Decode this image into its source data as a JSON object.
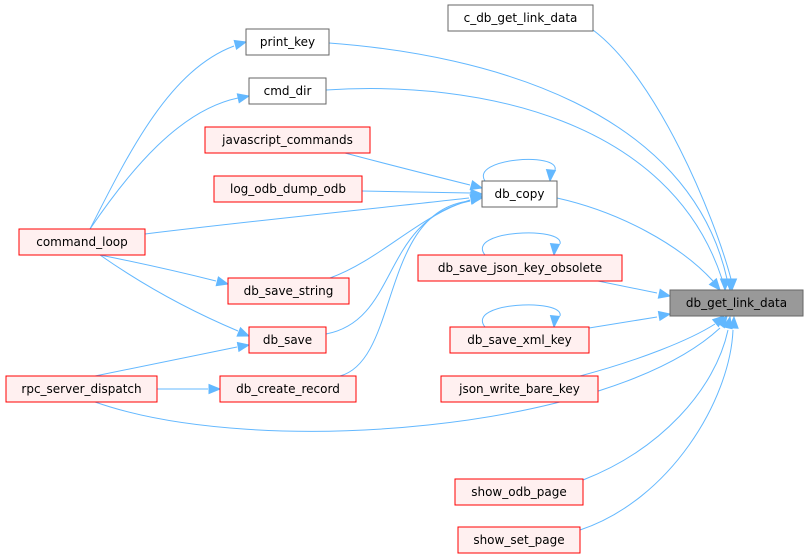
{
  "colors": {
    "edge": "#63b8ff",
    "node_root_fill": "#999999",
    "node_root_stroke": "#666666",
    "node_plain_fill": "#ffffff",
    "node_plain_stroke": "#666666",
    "node_red_fill": "#fff0f0",
    "node_red_stroke": "#ff0000"
  },
  "nodes": [
    {
      "id": "db_get_link_data",
      "label": "db_get_link_data",
      "style": "root"
    },
    {
      "id": "c_db_get_link_data",
      "label": "c_db_get_link_data",
      "style": "plain"
    },
    {
      "id": "print_key",
      "label": "print_key",
      "style": "plain"
    },
    {
      "id": "cmd_dir",
      "label": "cmd_dir",
      "style": "plain"
    },
    {
      "id": "javascript_commands",
      "label": "javascript_commands",
      "style": "red"
    },
    {
      "id": "log_odb_dump_odb",
      "label": "log_odb_dump_odb",
      "style": "red"
    },
    {
      "id": "db_copy",
      "label": "db_copy",
      "style": "plain"
    },
    {
      "id": "command_loop",
      "label": "command_loop",
      "style": "red"
    },
    {
      "id": "db_save_json_key_obsolete",
      "label": "db_save_json_key_obsolete",
      "style": "red"
    },
    {
      "id": "db_save_string",
      "label": "db_save_string",
      "style": "red"
    },
    {
      "id": "db_save",
      "label": "db_save",
      "style": "red"
    },
    {
      "id": "db_save_xml_key",
      "label": "db_save_xml_key",
      "style": "red"
    },
    {
      "id": "rpc_server_dispatch",
      "label": "rpc_server_dispatch",
      "style": "red"
    },
    {
      "id": "db_create_record",
      "label": "db_create_record",
      "style": "red"
    },
    {
      "id": "json_write_bare_key",
      "label": "json_write_bare_key",
      "style": "red"
    },
    {
      "id": "show_odb_page",
      "label": "show_odb_page",
      "style": "red"
    },
    {
      "id": "show_set_page",
      "label": "show_set_page",
      "style": "red"
    }
  ],
  "edges": [
    {
      "from": "c_db_get_link_data",
      "to": "db_get_link_data"
    },
    {
      "from": "print_key",
      "to": "db_get_link_data"
    },
    {
      "from": "cmd_dir",
      "to": "db_get_link_data"
    },
    {
      "from": "db_copy",
      "to": "db_get_link_data"
    },
    {
      "from": "db_save_json_key_obsolete",
      "to": "db_get_link_data"
    },
    {
      "from": "db_save_xml_key",
      "to": "db_get_link_data"
    },
    {
      "from": "json_write_bare_key",
      "to": "db_get_link_data"
    },
    {
      "from": "rpc_server_dispatch",
      "to": "db_get_link_data"
    },
    {
      "from": "show_odb_page",
      "to": "db_get_link_data"
    },
    {
      "from": "show_set_page",
      "to": "db_get_link_data"
    },
    {
      "from": "command_loop",
      "to": "print_key"
    },
    {
      "from": "command_loop",
      "to": "cmd_dir"
    },
    {
      "from": "javascript_commands",
      "to": "db_copy"
    },
    {
      "from": "log_odb_dump_odb",
      "to": "db_copy"
    },
    {
      "from": "command_loop",
      "to": "db_copy"
    },
    {
      "from": "db_save_string",
      "to": "db_copy"
    },
    {
      "from": "db_save",
      "to": "db_copy"
    },
    {
      "from": "db_create_record",
      "to": "db_copy"
    },
    {
      "from": "db_copy",
      "to": "db_copy"
    },
    {
      "from": "db_save_json_key_obsolete",
      "to": "db_save_json_key_obsolete"
    },
    {
      "from": "db_save_xml_key",
      "to": "db_save_xml_key"
    },
    {
      "from": "command_loop",
      "to": "db_save_string"
    },
    {
      "from": "command_loop",
      "to": "db_save"
    },
    {
      "from": "rpc_server_dispatch",
      "to": "db_save"
    },
    {
      "from": "rpc_server_dispatch",
      "to": "db_create_record"
    }
  ]
}
